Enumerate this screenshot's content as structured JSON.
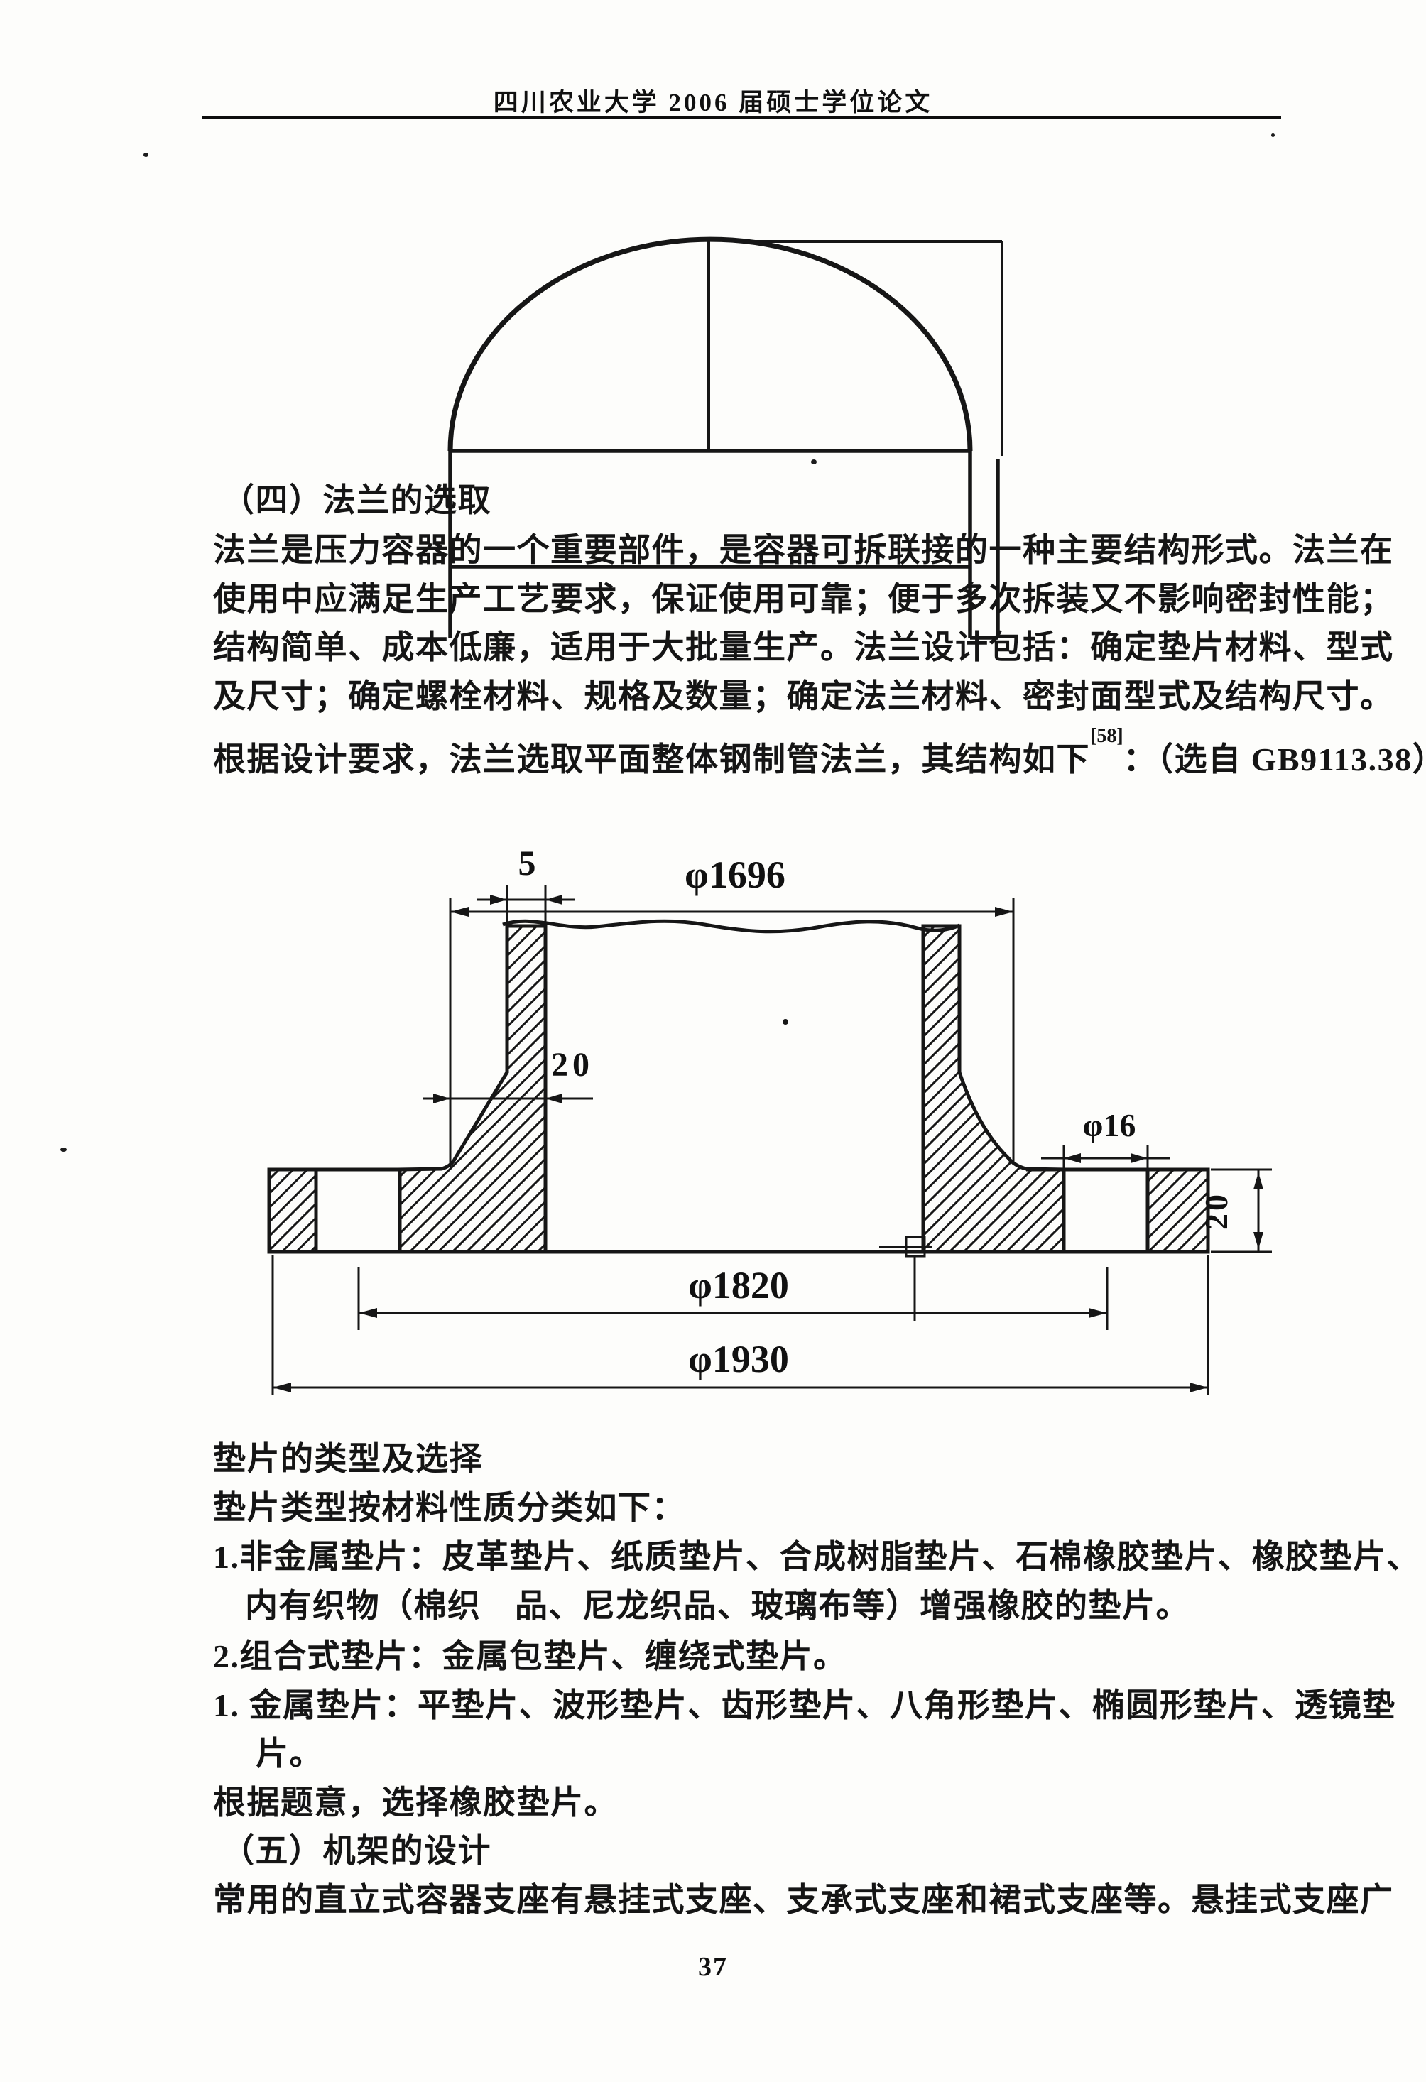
{
  "header": {
    "title": "四川农业大学 2006 届硕士学位论文"
  },
  "body1": {
    "heading": "（四）法兰的选取",
    "lines": [
      "法兰是压力容器的一个重要部件，是容器可拆联接的一种主要结构形式。法兰在",
      "使用中应满足生产工艺要求，保证使用可靠；便于多次拆装又不影响密封性能；",
      "结构简单、成本低廉，适用于大批量生产。法兰设计包括：确定垫片材料、型式",
      "及尺寸；确定螺栓材料、规格及数量；确定法兰材料、密封面型式及结构尺寸。"
    ],
    "ref_line": {
      "pre": "根据设计要求，法兰选取平面整体钢制管法兰，其结构如下",
      "sup": "[58]",
      "post": "：（选自 GB9113.38）"
    }
  },
  "figure_flange": {
    "dim_labels": {
      "neck_wall": "5",
      "inner_dia": "φ1696",
      "hub_width": "20",
      "bolt_hole_dia": "φ16",
      "thickness": "20",
      "bolt_circle_dia": "φ1820",
      "outer_dia": "φ1930"
    }
  },
  "body2": {
    "lines": [
      "垫片的类型及选择",
      "垫片类型按材料性质分类如下：",
      "1.非金属垫片：皮革垫片、纸质垫片、合成树脂垫片、石棉橡胶垫片、橡胶垫片、",
      "内有织物（棉织　品、尼龙织品、玻璃布等）增强橡胶的垫片。",
      "2.组合式垫片：金属包垫片、缠绕式垫片。",
      "1. 金属垫片：平垫片、波形垫片、齿形垫片、八角形垫片、椭圆形垫片、透镜垫",
      "片。",
      "根据题意，选择橡胶垫片。",
      "（五）机架的设计",
      "常用的直立式容器支座有悬挂式支座、支承式支座和裙式支座等。悬挂式支座广"
    ]
  },
  "footer": {
    "page_number": "37"
  }
}
